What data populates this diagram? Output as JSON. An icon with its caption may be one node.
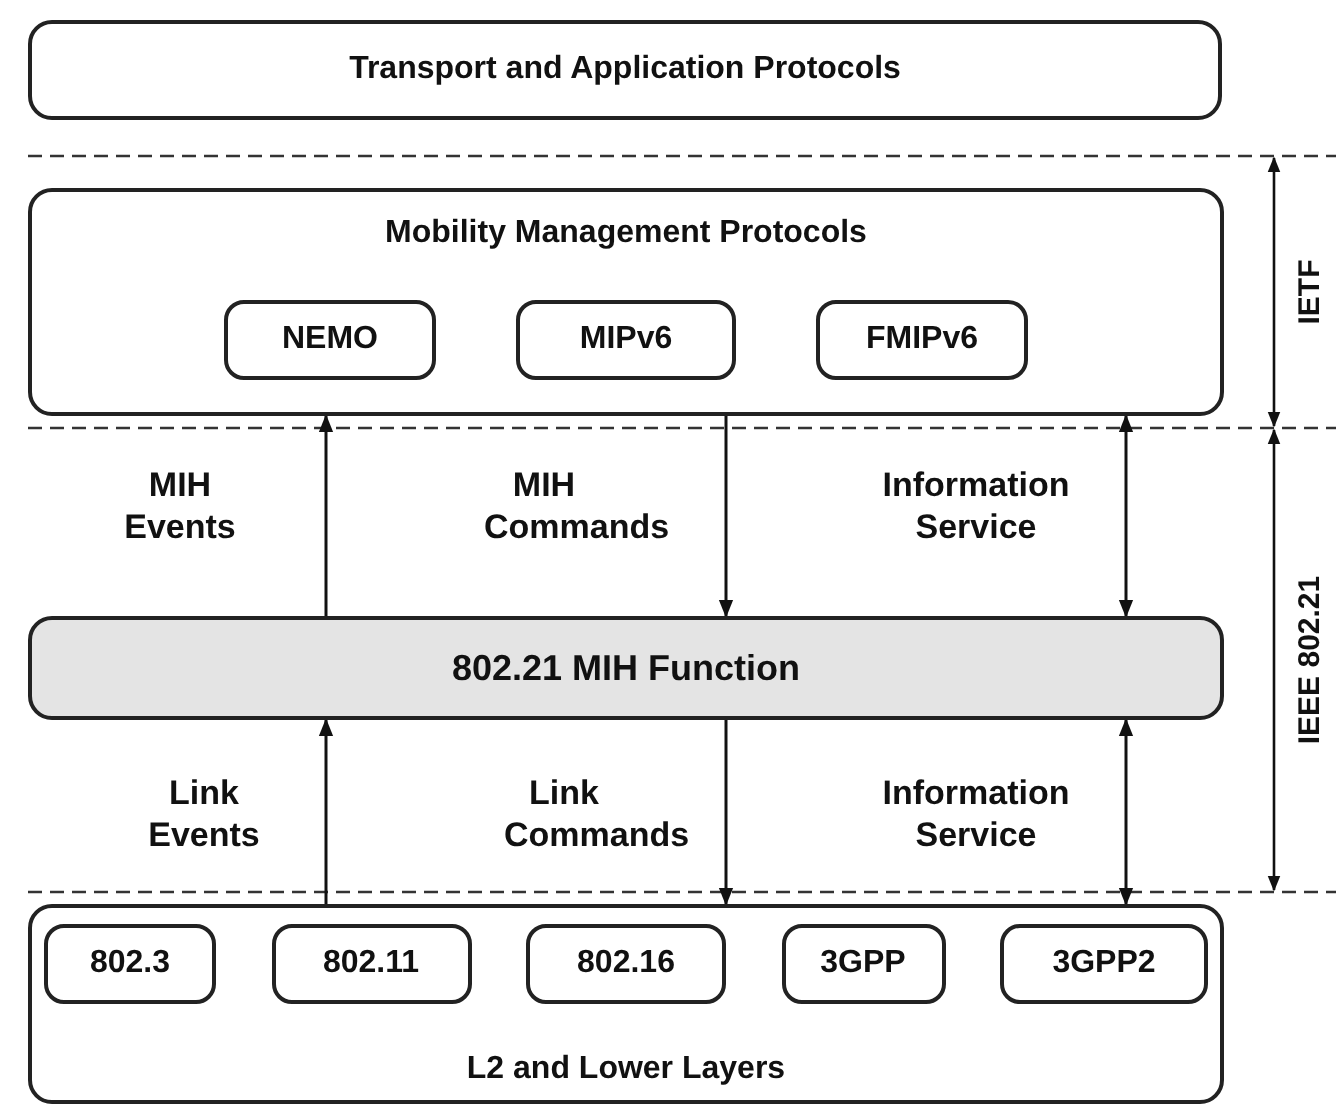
{
  "diagram": {
    "nodes": [
      {
        "text": [
          "Transport and Application Protocols"
        ]
      },
      {
        "text": [
          "Mobility Management Protocols"
        ]
      },
      {
        "text": [
          "NEMO"
        ],
        "in": 1
      },
      {
        "text": [
          "MIPv6"
        ],
        "in": 1
      },
      {
        "text": [
          "FMIPv6"
        ],
        "in": 1
      },
      {
        "text": [
          "802.21 MIH Function"
        ]
      },
      {
        "text": [
          "L2 and Lower Layers"
        ]
      },
      {
        "text": [
          "802.3"
        ],
        "in": 6
      },
      {
        "text": [
          "802.11"
        ],
        "in": 6
      },
      {
        "text": [
          "802.16"
        ],
        "in": 6
      },
      {
        "text": [
          "3GPP"
        ],
        "in": 6
      },
      {
        "text": [
          "3GPP2"
        ],
        "in": 6
      }
    ],
    "edges": [
      {
        "from": 5,
        "to": 1,
        "arrow": "to",
        "label": "MIH Events"
      },
      {
        "from": 1,
        "to": 5,
        "arrow": "to",
        "label": "MIH Commands"
      },
      {
        "from": 5,
        "to": 1,
        "arrow": "both",
        "label": "Information Service"
      },
      {
        "from": 6,
        "to": 5,
        "arrow": "to",
        "label": "Link Events"
      },
      {
        "from": 5,
        "to": 6,
        "arrow": "to",
        "label": "Link Commands"
      },
      {
        "from": 5,
        "to": 6,
        "arrow": "both",
        "label": "Information Service"
      }
    ],
    "labels": [
      "IETF",
      "IEEE 802.21"
    ]
  }
}
